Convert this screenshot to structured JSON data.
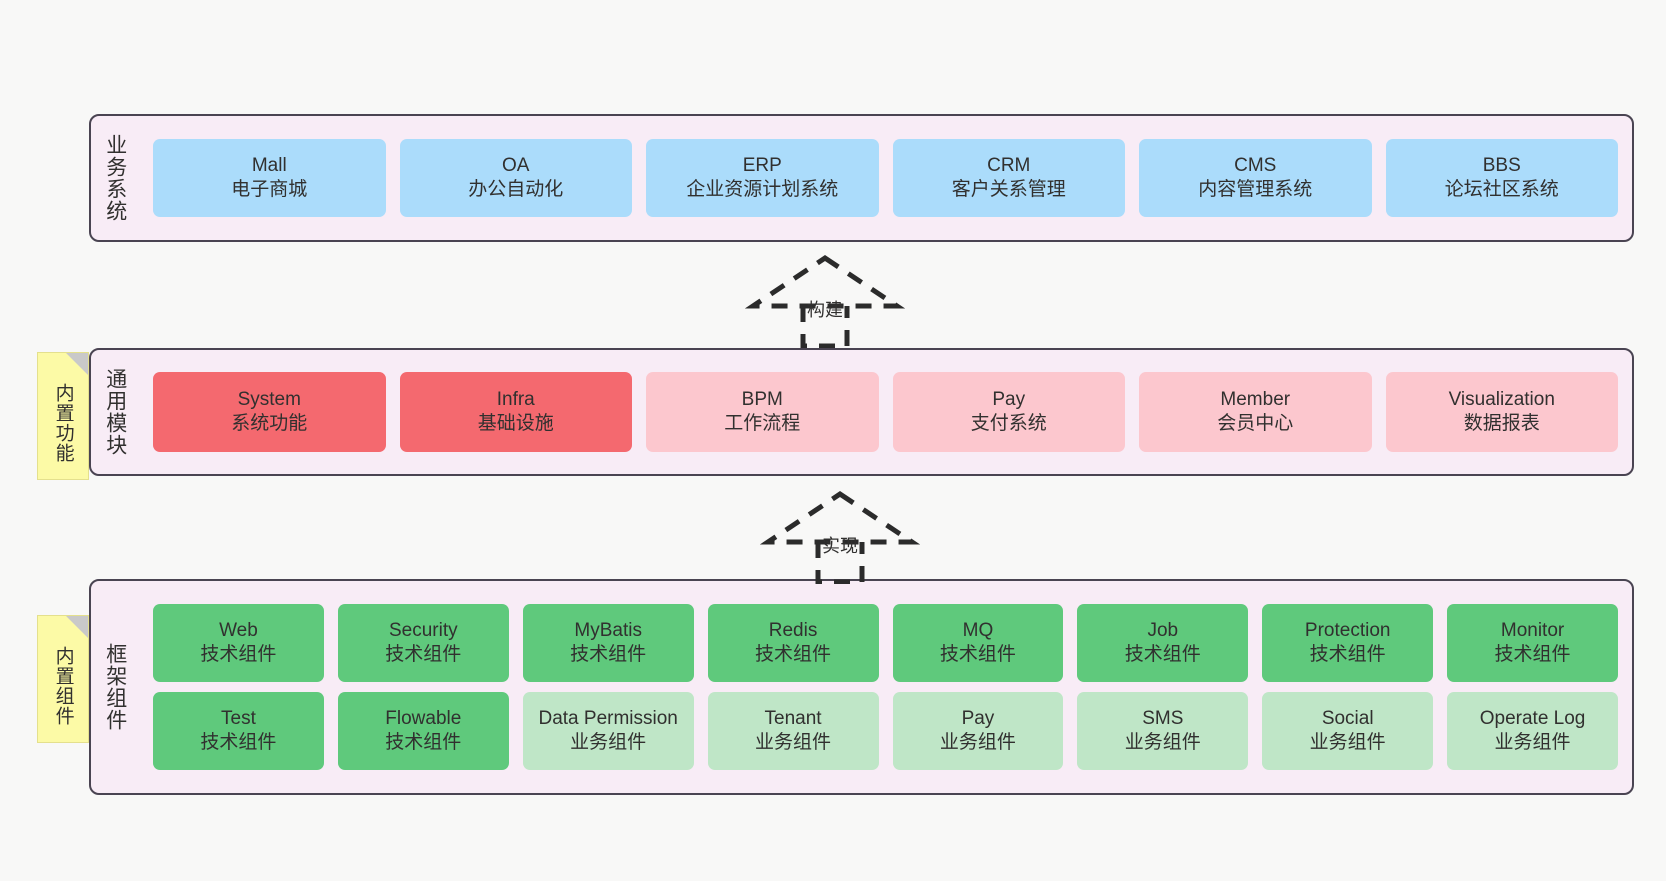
{
  "diagram": {
    "background_color": "#f8f8f7",
    "panel_color": "#f8ecf6",
    "panel_border_color": "#4a4452"
  },
  "layers": {
    "business": {
      "title": "业务系统",
      "accent": "#abdcfb",
      "cards": [
        {
          "name": "Mall",
          "desc": "电子商城"
        },
        {
          "name": "OA",
          "desc": "办公自动化"
        },
        {
          "name": "ERP",
          "desc": "企业资源计划系统"
        },
        {
          "name": "CRM",
          "desc": "客户关系管理"
        },
        {
          "name": "CMS",
          "desc": "内容管理系统"
        },
        {
          "name": "BBS",
          "desc": "论坛社区系统"
        }
      ]
    },
    "modules": {
      "title": "通用模块",
      "accent_strong": "#f4696f",
      "accent_light": "#fcc7ce",
      "cards": [
        {
          "name": "System",
          "desc": "系统功能"
        },
        {
          "name": "Infra",
          "desc": "基础设施"
        },
        {
          "name": "BPM",
          "desc": "工作流程"
        },
        {
          "name": "Pay",
          "desc": "支付系统"
        },
        {
          "name": "Member",
          "desc": "会员中心"
        },
        {
          "name": "Visualization",
          "desc": "数据报表"
        }
      ]
    },
    "framework": {
      "title": "框架组件",
      "accent_strong": "#5fc97c",
      "accent_light": "#bfe6c7",
      "row_top": [
        {
          "name": "Web",
          "desc": "技术组件"
        },
        {
          "name": "Security",
          "desc": "技术组件"
        },
        {
          "name": "MyBatis",
          "desc": "技术组件"
        },
        {
          "name": "Redis",
          "desc": "技术组件"
        },
        {
          "name": "MQ",
          "desc": "技术组件"
        },
        {
          "name": "Job",
          "desc": "技术组件"
        },
        {
          "name": "Protection",
          "desc": "技术组件"
        },
        {
          "name": "Monitor",
          "desc": "技术组件"
        }
      ],
      "row_bottom": [
        {
          "name": "Test",
          "desc": "技术组件"
        },
        {
          "name": "Flowable",
          "desc": "技术组件"
        },
        {
          "name": "Data Permission",
          "desc": "业务组件"
        },
        {
          "name": "Tenant",
          "desc": "业务组件"
        },
        {
          "name": "Pay",
          "desc": "业务组件"
        },
        {
          "name": "SMS",
          "desc": "业务组件"
        },
        {
          "name": "Social",
          "desc": "业务组件"
        },
        {
          "name": "Operate Log",
          "desc": "业务组件"
        }
      ]
    }
  },
  "sticky_notes": [
    {
      "id": "features",
      "label": "内置功能",
      "color": "#fcfaa6"
    },
    {
      "id": "components",
      "label": "内置组件",
      "color": "#fcfaa6"
    }
  ],
  "arrows": [
    {
      "id": "build",
      "label": "构建",
      "style": "dashed-generalization"
    },
    {
      "id": "implement",
      "label": "实现",
      "style": "dashed-generalization"
    }
  ]
}
